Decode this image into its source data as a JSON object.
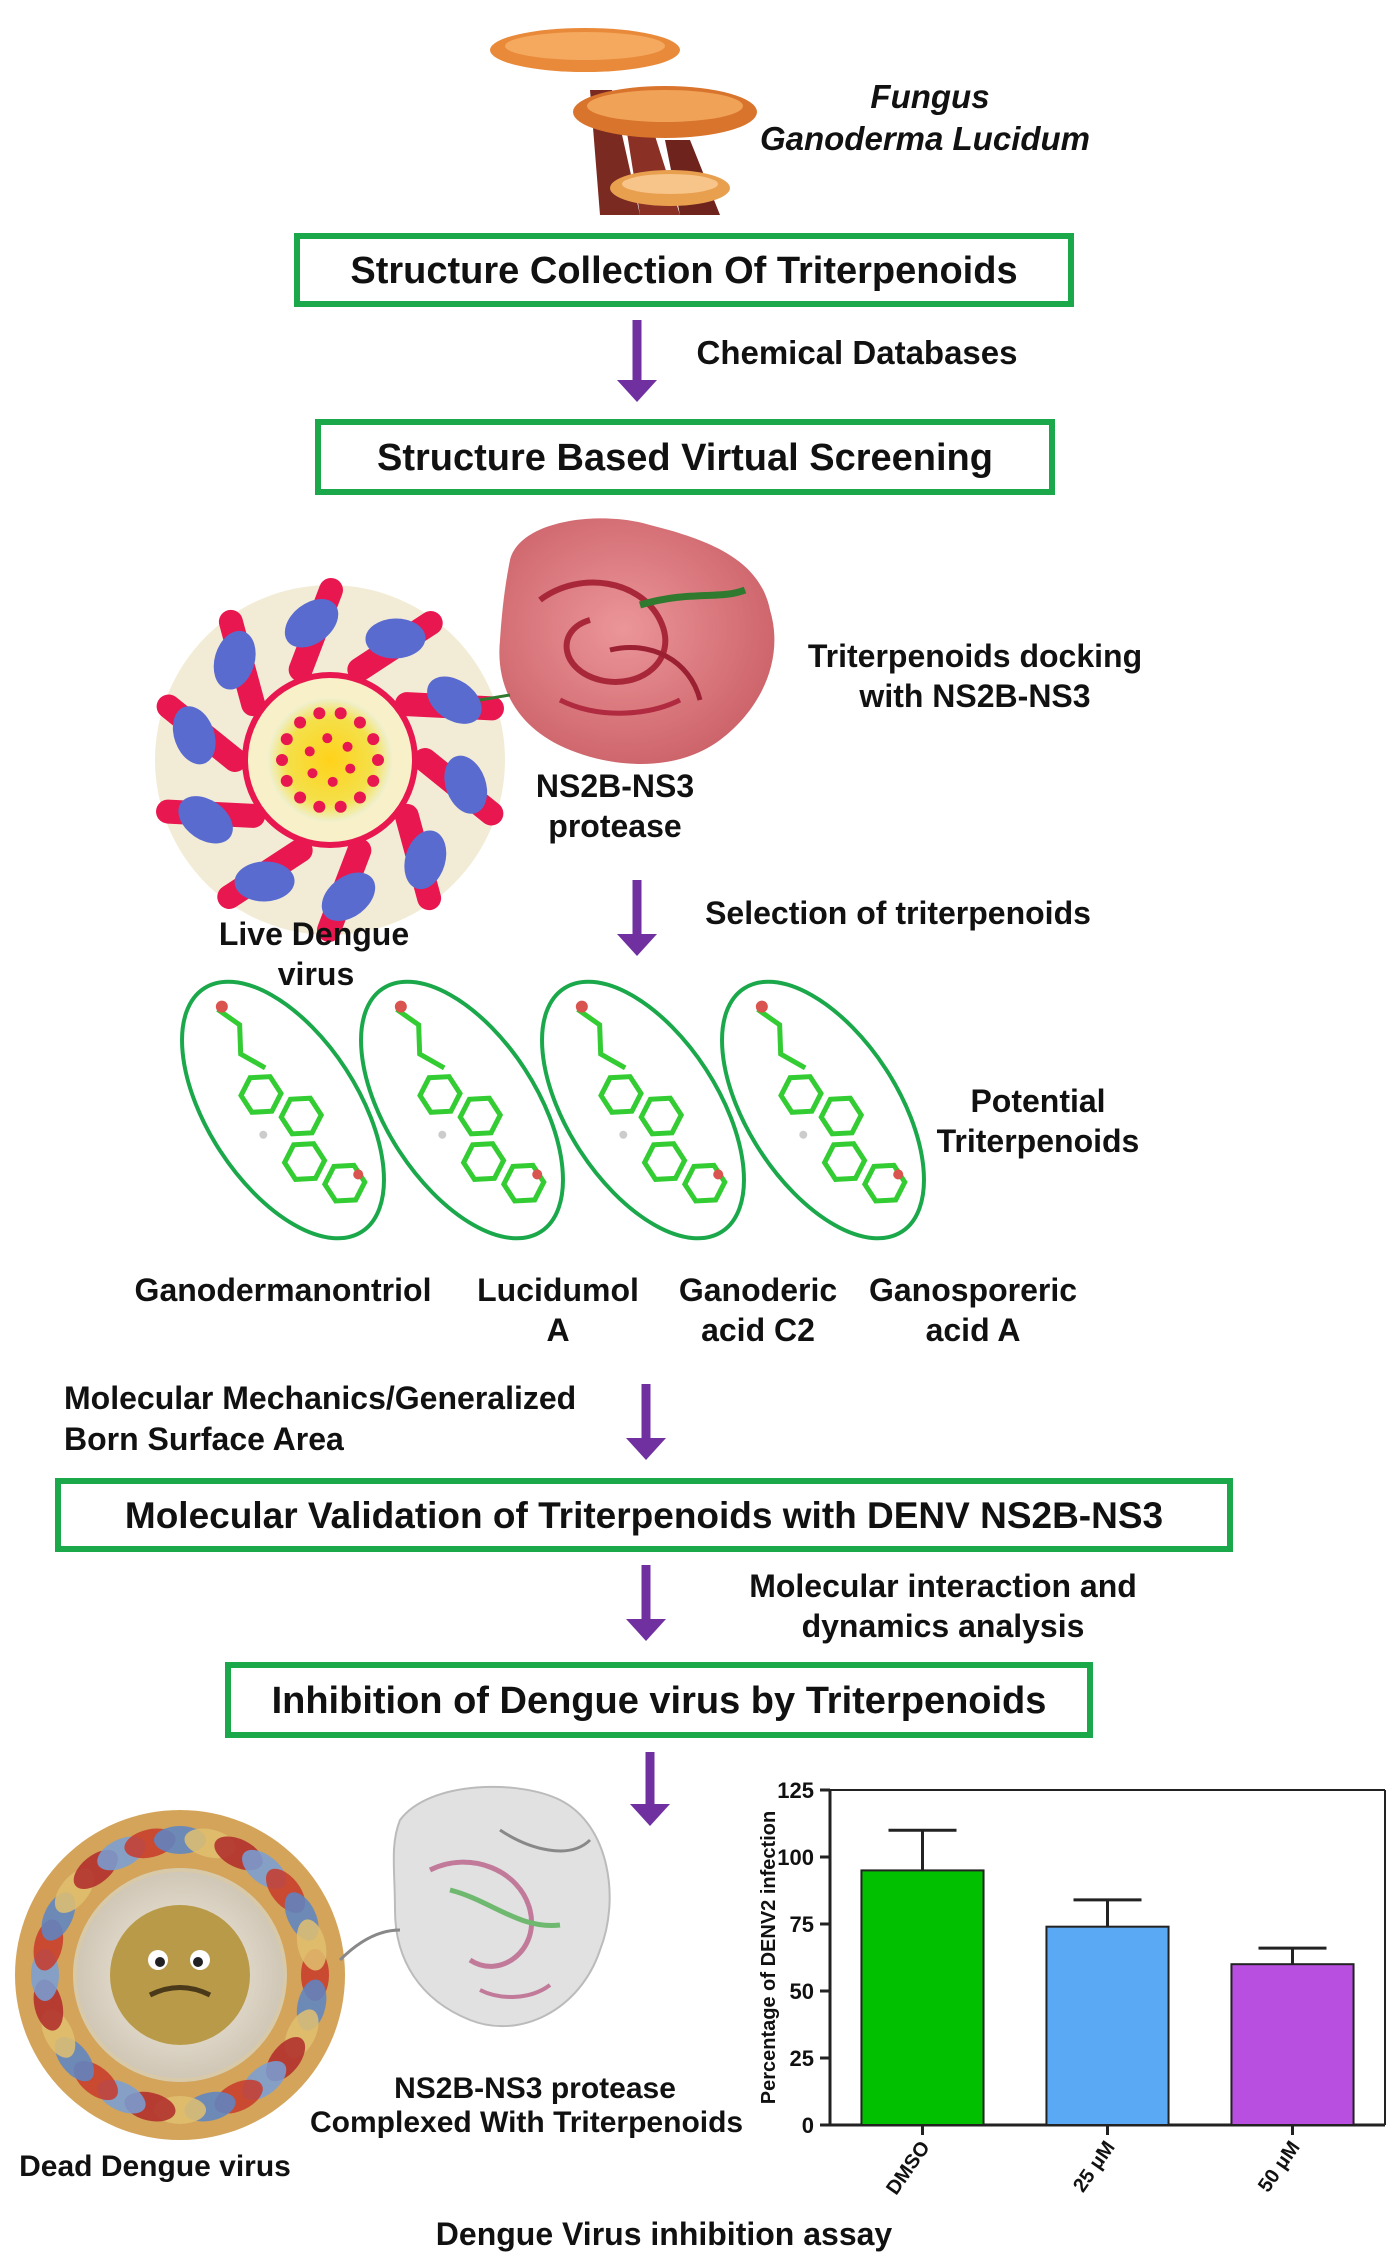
{
  "source": {
    "line1": "Fungus",
    "line2": "Ganoderma Lucidum"
  },
  "steps": {
    "collection": "Structure Collection Of Triterpenoids",
    "screening": "Structure Based Virtual Screening",
    "validation": "Molecular Validation of Triterpenoids with DENV NS2B-NS3",
    "inhibition": "Inhibition of Dengue virus by Triterpenoids"
  },
  "arrows": {
    "databases": "Chemical Databases",
    "selection": "Selection of triterpenoids",
    "mmgbsa_line1": "Molecular Mechanics/Generalized",
    "mmgbsa_line2": "Born Surface Area",
    "interaction_line1": "Molecular interaction and",
    "interaction_line2": "dynamics analysis"
  },
  "docking": {
    "label_line1": "Triterpenoids docking",
    "label_line2": "with NS2B-NS3",
    "protease_line1": "NS2B-NS3",
    "protease_line2": "protease",
    "virus_line1": "Live Dengue",
    "virus_line2": "virus"
  },
  "compounds": {
    "title_line1": "Potential",
    "title_line2": "Triterpenoids",
    "items": [
      {
        "line1": "Ganodermanontriol",
        "line2": ""
      },
      {
        "line1": "Lucidumol",
        "line2": "A"
      },
      {
        "line1": "Ganoderic",
        "line2": "acid C2"
      },
      {
        "line1": "Ganosporeric",
        "line2": "acid A"
      }
    ]
  },
  "result": {
    "dead_virus": "Dead Dengue virus",
    "complex_line1": "NS2B-NS3  protease",
    "complex_line2": "Complexed With  Triterpenoids",
    "assay_title": "Dengue Virus inhibition assay"
  },
  "colors": {
    "box_border": "#1aa84a",
    "arrow": "#7030a0",
    "molecule": "#33cc33",
    "virus_red": "#e8174f",
    "virus_blue": "#5a6bd0",
    "protein": "#d9686e"
  },
  "chart_data": {
    "type": "bar",
    "ylabel": "Percentage of DENV2  infection",
    "categories": [
      "DMSO",
      "25 μM",
      "50 μM"
    ],
    "values": [
      95,
      74,
      60
    ],
    "errors": [
      15,
      10,
      6
    ],
    "colors": [
      "#00c000",
      "#5aa9f5",
      "#b94fe0"
    ],
    "ylim": [
      0,
      125
    ],
    "yticks": [
      "0",
      "25",
      "50",
      "75",
      "100",
      "125"
    ]
  }
}
